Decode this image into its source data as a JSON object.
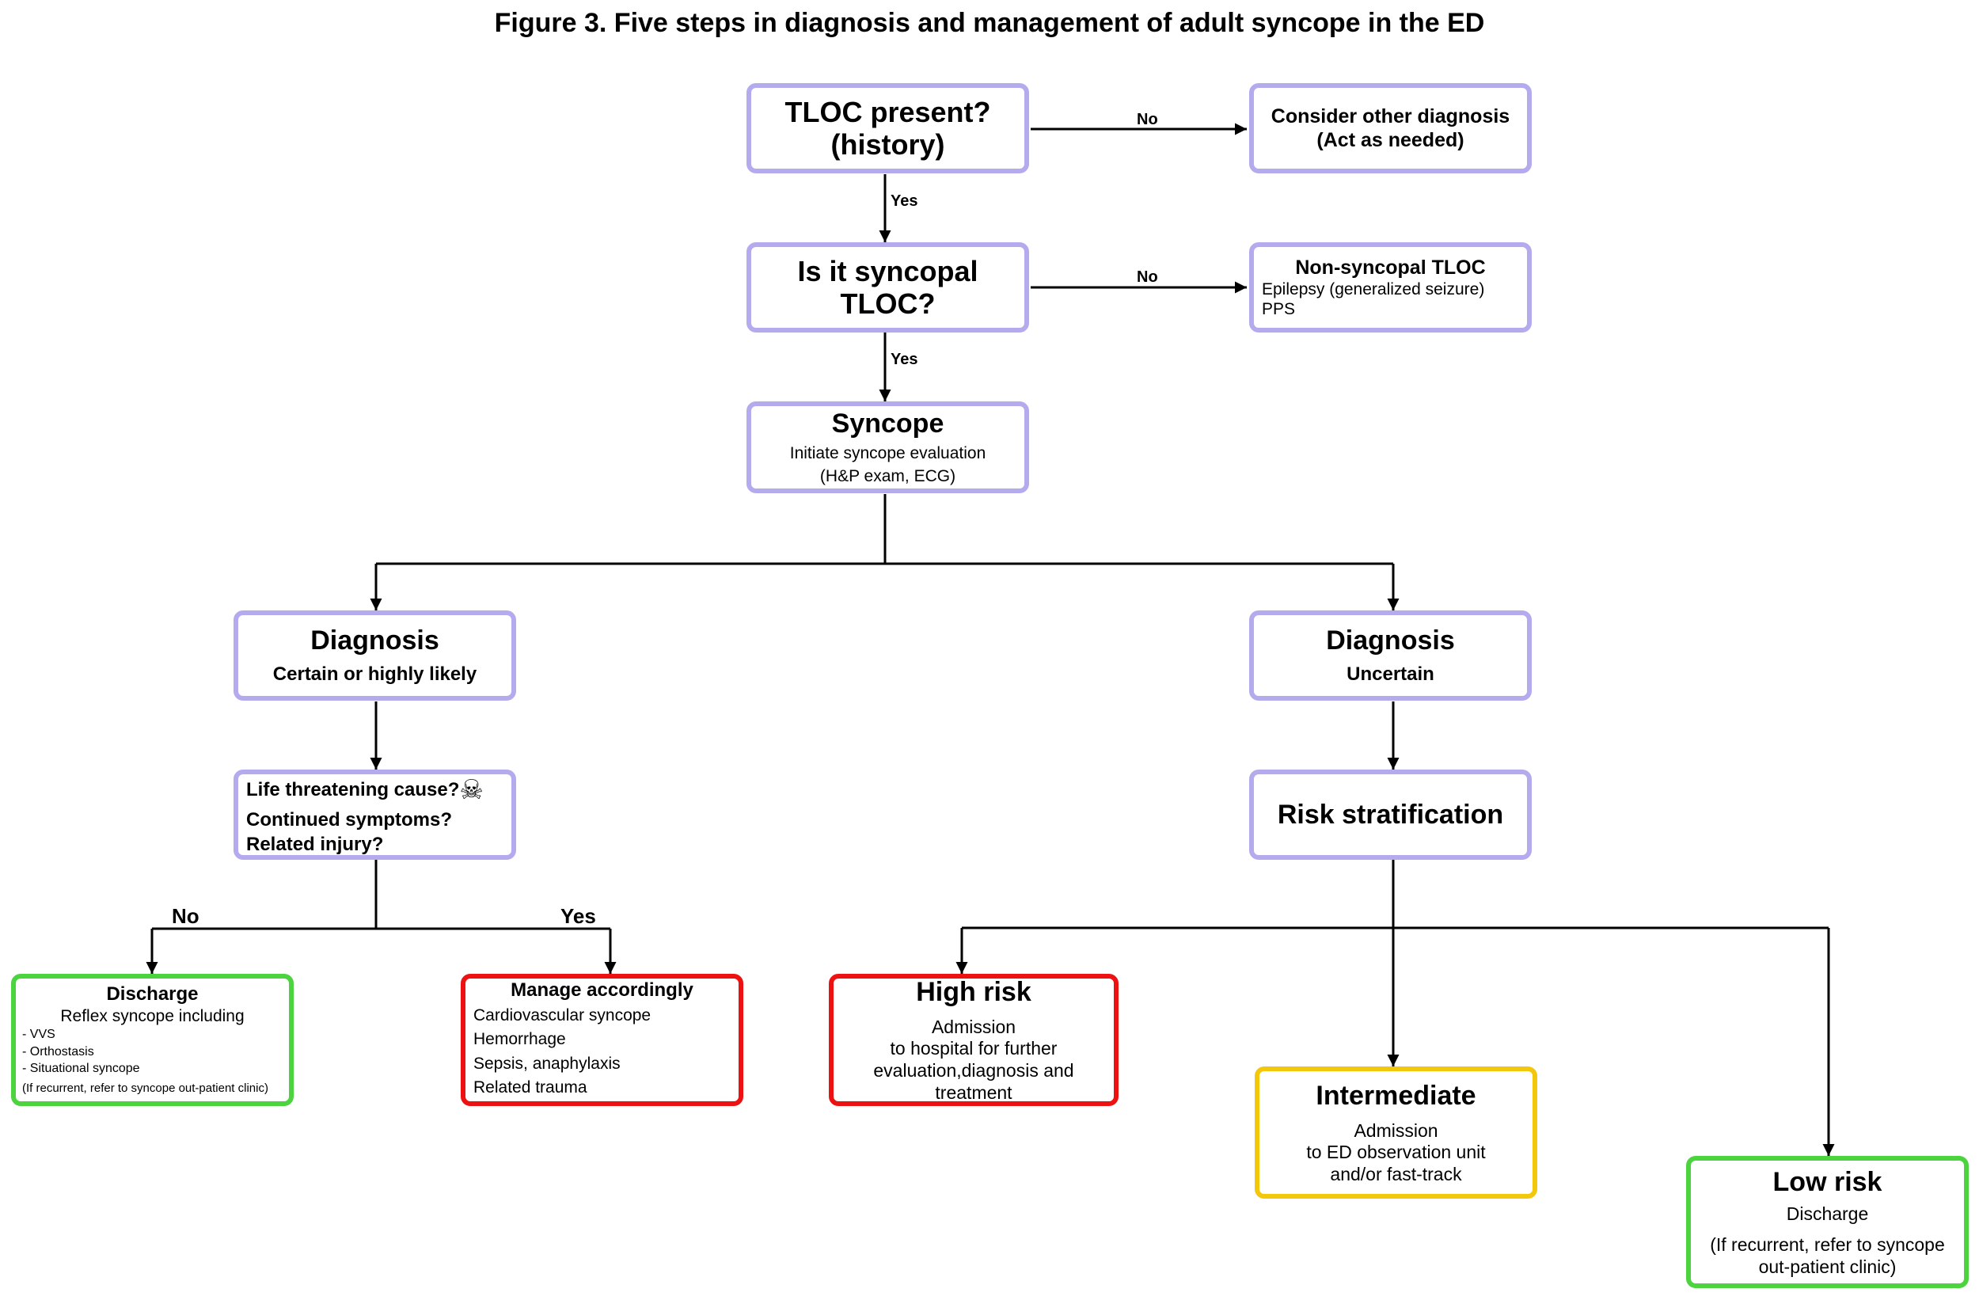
{
  "title": "Figure 3. Five steps in diagnosis and management of adult syncope in the ED",
  "colors": {
    "default_border": "#b4abef",
    "high_risk": "#ee1111",
    "low_risk": "#4cd43f",
    "intermediate": "#f2c70c"
  },
  "nodes": {
    "tloc_present": {
      "line1": "TLOC present?",
      "line2": "(history)"
    },
    "other_diagnosis": {
      "line1": "Consider other diagnosis",
      "line2": "(Act as needed)"
    },
    "syncopal_tloc": {
      "line1": "Is it syncopal",
      "line2": "TLOC?"
    },
    "non_syncopal": {
      "title": "Non-syncopal TLOC",
      "items": [
        "Epilepsy (generalized seizure)",
        "PPS"
      ]
    },
    "syncope": {
      "title": "Syncope",
      "line1": "Initiate syncope evaluation",
      "line2": "(H&P exam, ECG)"
    },
    "diagnosis_certain": {
      "title": "Diagnosis",
      "subtitle": "Certain or highly likely"
    },
    "diagnosis_uncertain": {
      "title": "Diagnosis",
      "subtitle": "Uncertain"
    },
    "life_threatening": {
      "lines": [
        "Life threatening cause?",
        "Continued symptoms?",
        "Related injury?"
      ],
      "icon": "skull-crossbones-icon"
    },
    "risk_stratification": {
      "title": "Risk stratification"
    },
    "discharge": {
      "title": "Discharge",
      "subtitle": "Reflex syncope including",
      "items": [
        "- VVS",
        "- Orthostasis",
        "- Situational syncope"
      ],
      "note": "(If recurrent, refer to syncope out-patient clinic)"
    },
    "manage": {
      "title": "Manage accordingly",
      "items": [
        "Cardiovascular syncope",
        "Hemorrhage",
        "Sepsis, anaphylaxis",
        "Related trauma"
      ]
    },
    "high_risk": {
      "title": "High risk",
      "lines": [
        "Admission",
        "to hospital for further",
        "evaluation,diagnosis and treatment"
      ]
    },
    "intermediate": {
      "title": "Intermediate",
      "lines": [
        "Admission",
        "to ED observation unit",
        "and/or fast-track"
      ]
    },
    "low_risk": {
      "title": "Low risk",
      "lines": [
        "Discharge",
        "(If recurrent, refer to syncope",
        "out-patient clinic)"
      ]
    }
  },
  "edge_labels": {
    "no_1": "No",
    "yes_1": "Yes",
    "no_2": "No",
    "yes_2": "Yes",
    "no_3": "No",
    "yes_3": "Yes"
  }
}
